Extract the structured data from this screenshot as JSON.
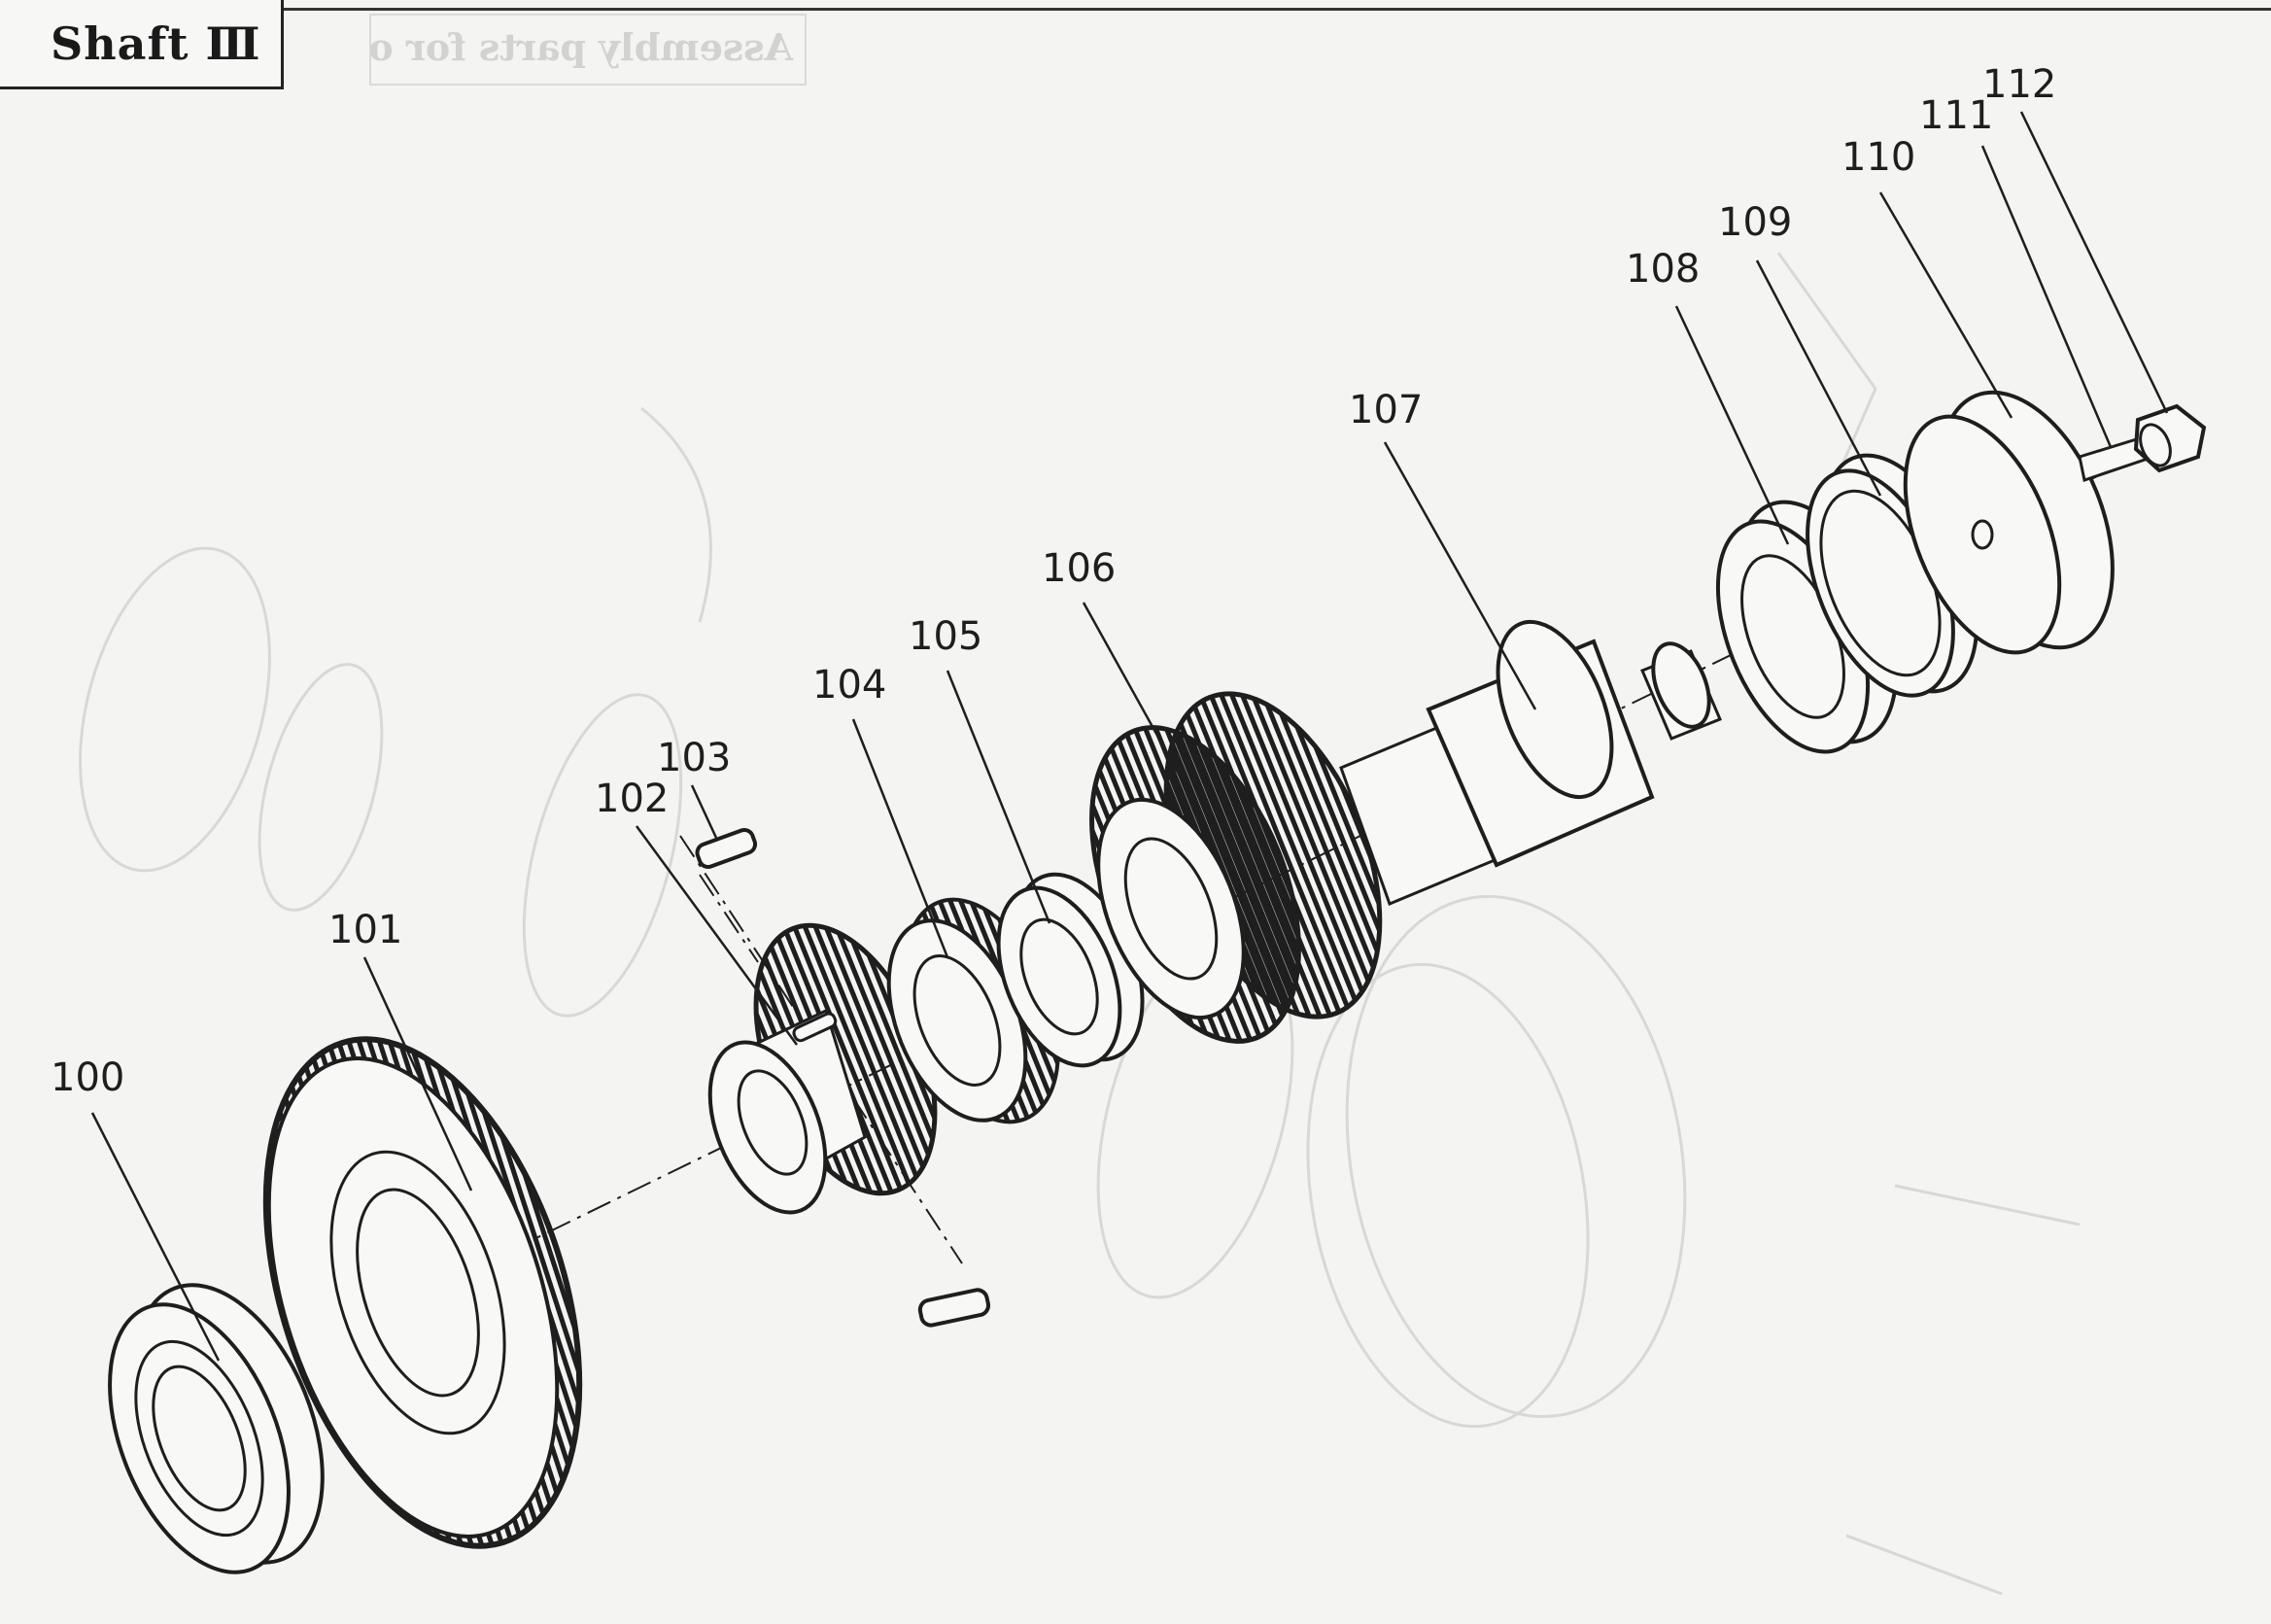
{
  "title": "Shaft Ⅲ",
  "ghost_text": "Assembly parts for oil tank and shaft II",
  "parts": [
    {
      "number": "100",
      "name": "bearing"
    },
    {
      "number": "101",
      "name": "large gear"
    },
    {
      "number": "102",
      "name": "hub"
    },
    {
      "number": "103",
      "name": "key"
    },
    {
      "number": "104",
      "name": "gear"
    },
    {
      "number": "105",
      "name": "bearing"
    },
    {
      "number": "106",
      "name": "spur gear"
    },
    {
      "number": "107",
      "name": "splined shaft"
    },
    {
      "number": "108",
      "name": "bearing"
    },
    {
      "number": "109",
      "name": "ring"
    },
    {
      "number": "110",
      "name": "end cap"
    },
    {
      "number": "111",
      "name": "stud"
    },
    {
      "number": "112",
      "name": "nut"
    }
  ],
  "ink_color": "#1e1e1e",
  "ghost_color": "#d4d4d0"
}
